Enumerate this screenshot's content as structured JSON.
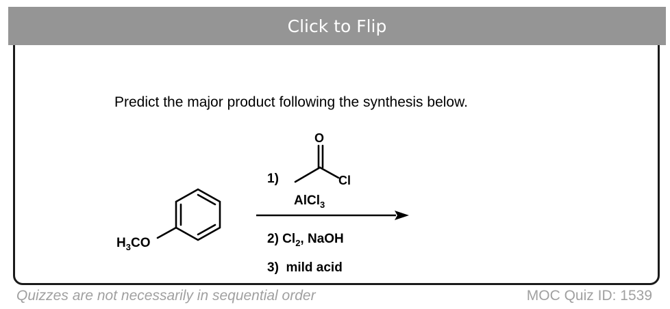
{
  "flip_button": {
    "label": "Click to Flip"
  },
  "question": {
    "prompt": "Predict the major product following the synthesis below."
  },
  "reactant": {
    "substituent_label": "H3CO",
    "substituent_prefix": "H",
    "substituent_subscript": "3",
    "substituent_suffix": "CO"
  },
  "reagents": {
    "step1_number": "1)",
    "step1_carbonyl_oxygen": "O",
    "step1_chloride": "Cl",
    "step1_catalyst_prefix": "AlCl",
    "step1_catalyst_subscript": "3",
    "step2_prefix": "2) Cl",
    "step2_subscript": "2",
    "step2_suffix": ", NaOH",
    "step3": "3)  mild acid"
  },
  "footer": {
    "disclaimer": "Quizzes are not necessarily in sequential order",
    "quiz_id": "MOC Quiz ID: 1539"
  },
  "colors": {
    "flip_bar": "#959595",
    "border": "#1a1a1a",
    "footer_text": "#a0a0a0"
  }
}
